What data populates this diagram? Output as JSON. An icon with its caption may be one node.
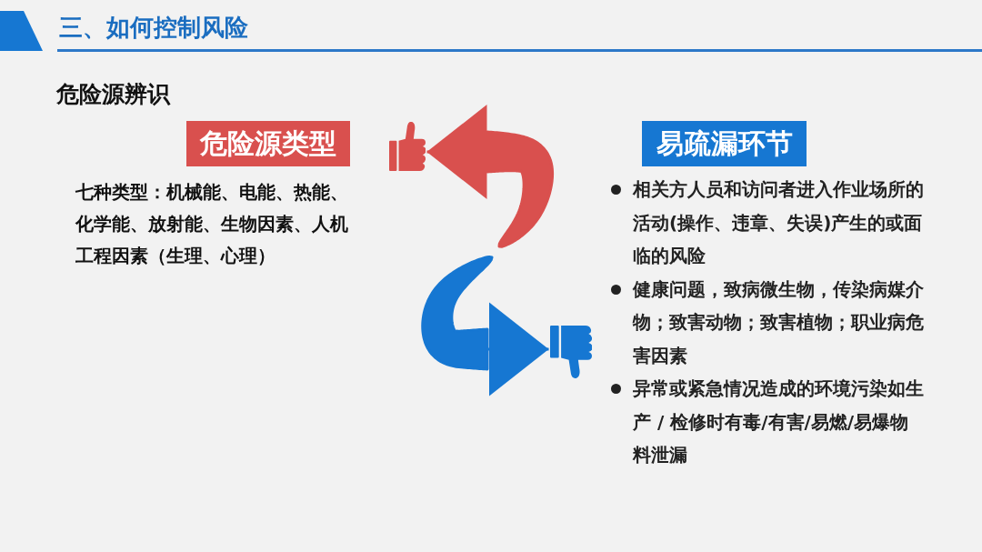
{
  "diagram": {
    "title": "三、如何控制风险",
    "nodes": [
      {
        "text": [
          "危险源类型"
        ],
        "beside": [
          "七种类型：机械能、电能、热能、化学能、放射能、生物因素、人机工程因素（生理、心理）"
        ]
      },
      {
        "text": [
          "易疏漏环节"
        ],
        "beside": [
          "相关方人员和访问者进入作业场所的活动(操作、违章、失误)产生的或面临的风险",
          "健康问题，致病微生物，传染病媒介物；致害动物；致害植物；职业病危害因素",
          "异常或紧急情况造成的环境污染如生产 / 检修时有毒/有害/易燃/易爆物料泄漏"
        ]
      },
      {
        "text": [],
        "shape": "picture"
      },
      {
        "text": [],
        "shape": "picture"
      }
    ],
    "edges": [
      {
        "from": null,
        "to": 2,
        "arrow": "to",
        "color": "#d9504e"
      },
      {
        "from": null,
        "to": 3,
        "arrow": "to",
        "color": "#1677d2"
      }
    ],
    "labels": [
      "危险源辨识"
    ]
  }
}
